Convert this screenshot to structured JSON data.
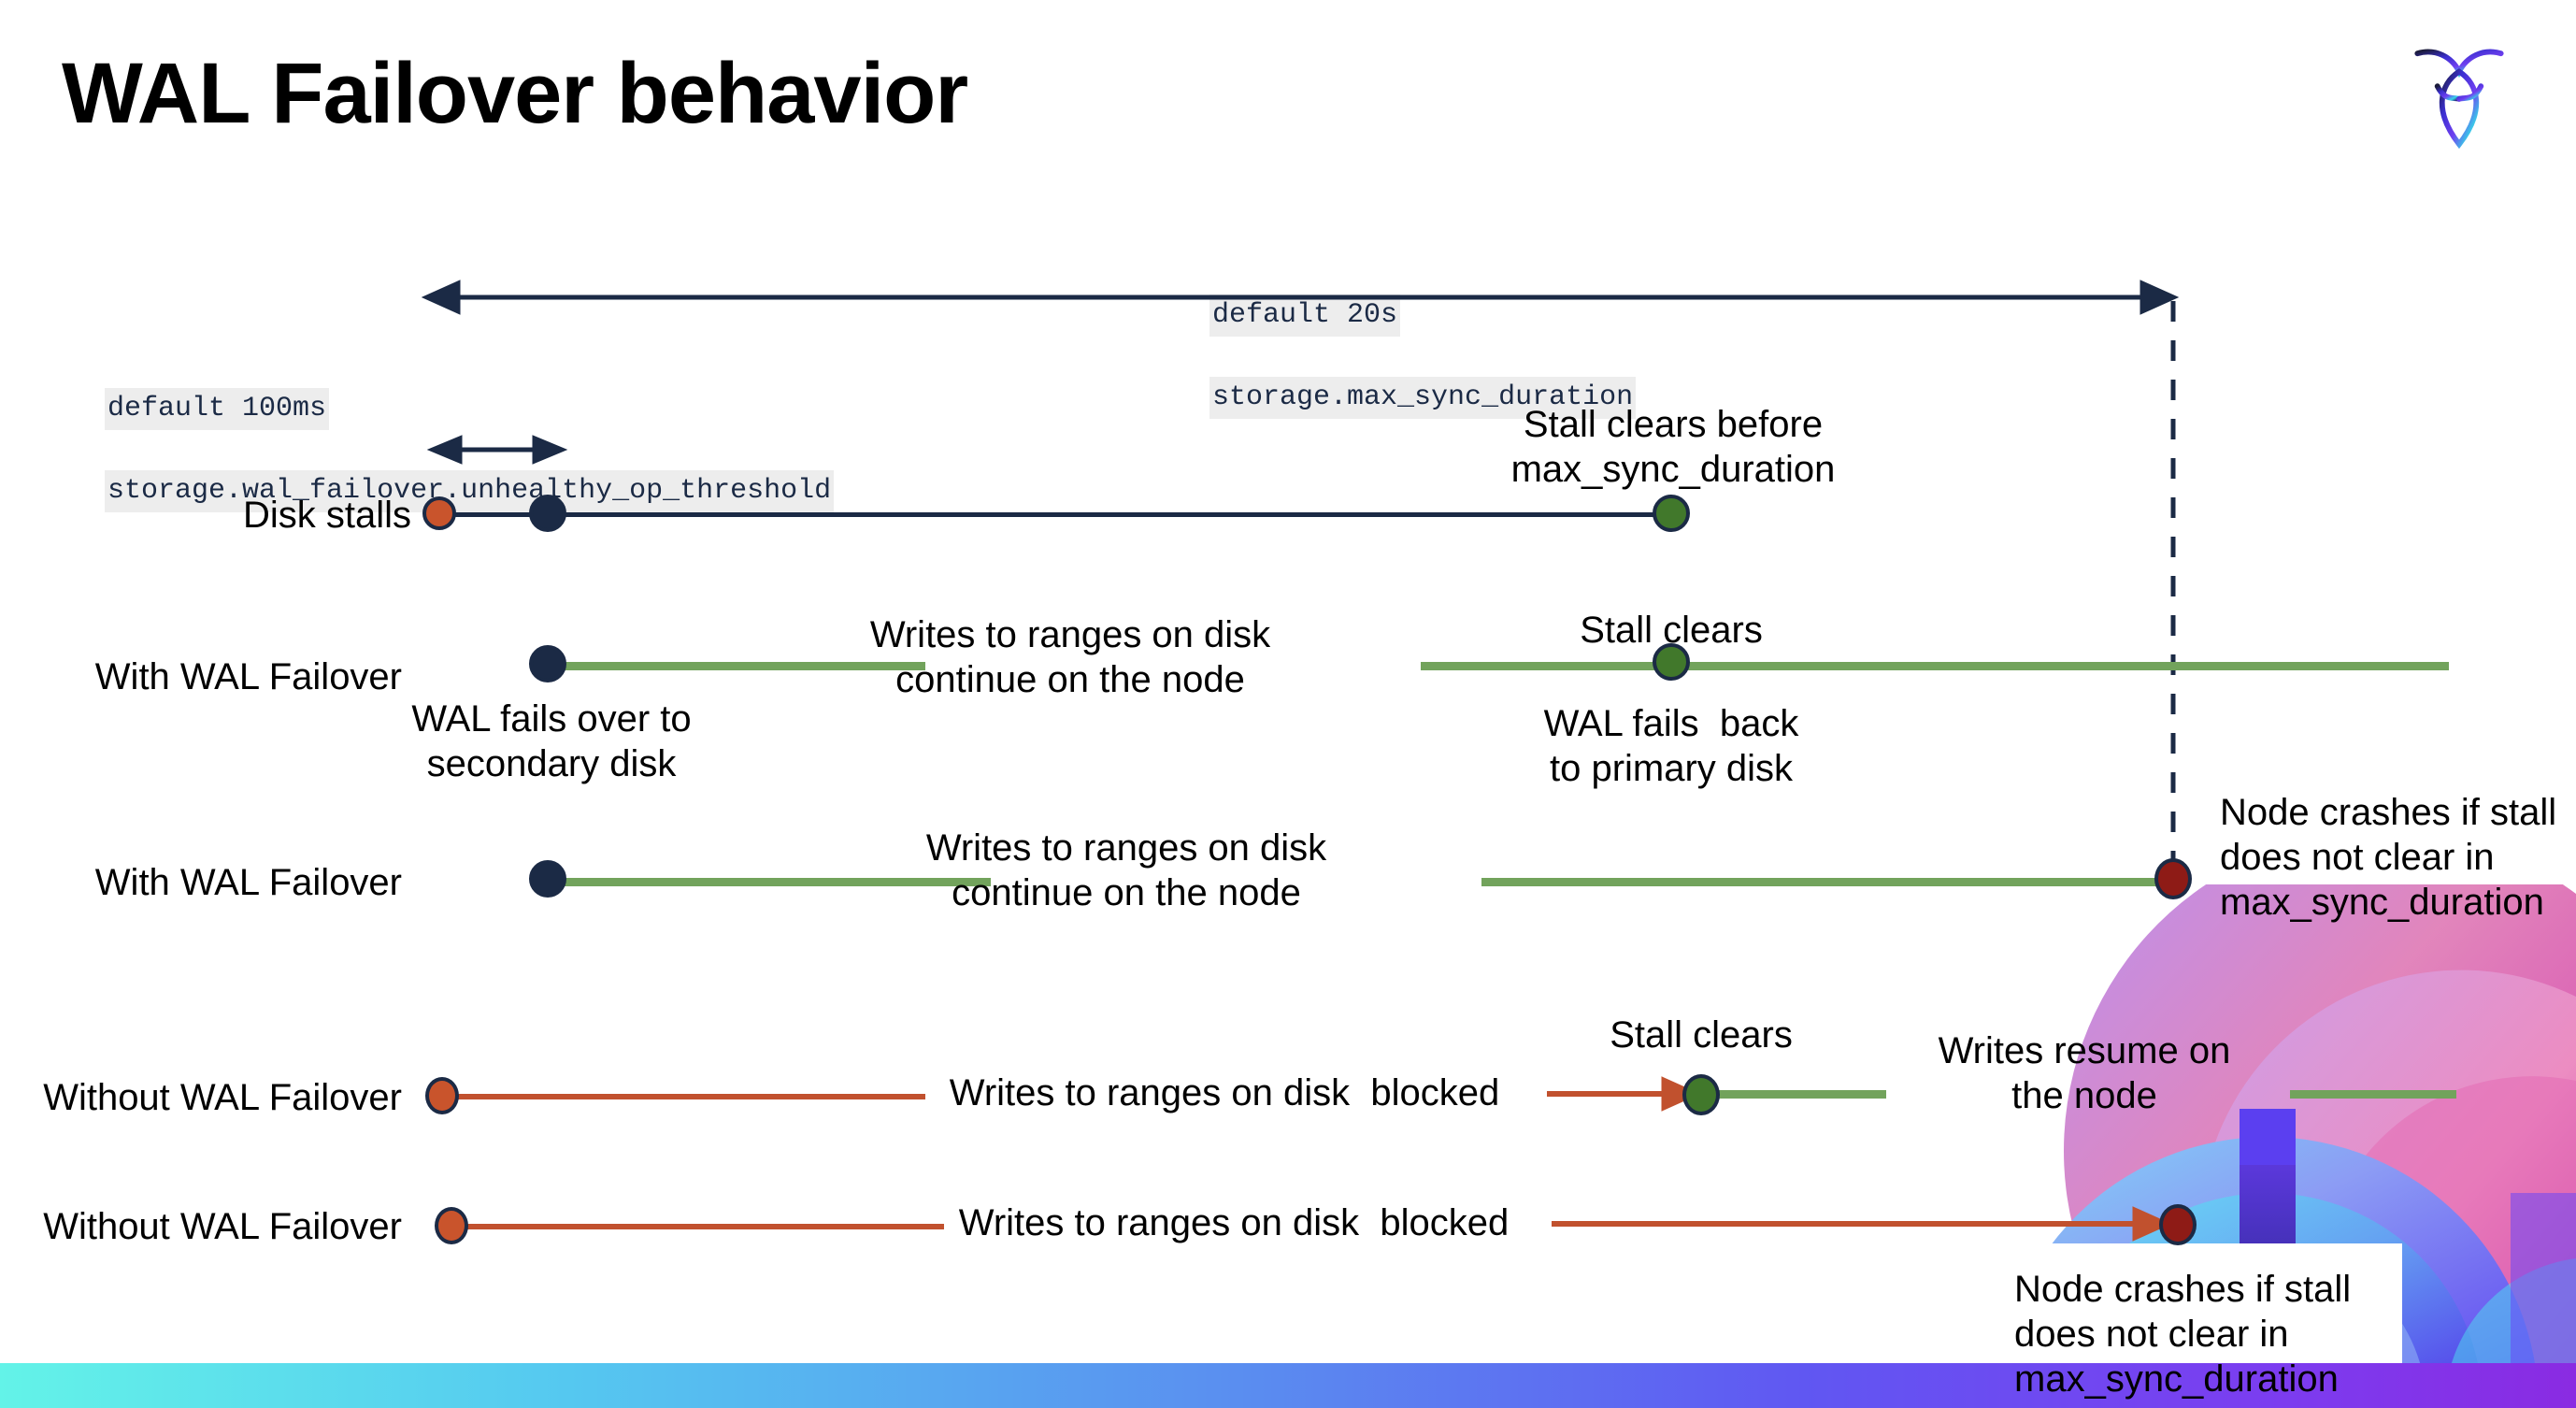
{
  "slide": {
    "title": "WAL Failover behavior",
    "logo_name": "cockroachdb-logo"
  },
  "callouts": {
    "max_sync": {
      "line1": "default 20s",
      "line2": "storage.max_sync_duration"
    },
    "unhealthy_op": {
      "line1": "default 100ms",
      "line2": "storage.wal_failover.unhealthy_op_threshold"
    }
  },
  "rows": [
    {
      "id": "disk-stalls",
      "label": "Disk stalls",
      "annotation": "Stall clears before\nmax_sync_duration"
    },
    {
      "id": "with-wal-failover-1",
      "label": "With WAL Failover",
      "note_left": "WAL fails over to\nsecondary disk",
      "note_mid": "Writes to ranges on disk\ncontinue on the node",
      "note_top_right": "Stall clears",
      "note_bottom_right": "WAL fails  back\nto primary disk"
    },
    {
      "id": "with-wal-failover-2",
      "label": "With WAL Failover",
      "note_mid": "Writes to ranges on disk\ncontinue on the node",
      "note_right": "Node crashes if stall\ndoes not clear in\nmax_sync_duration"
    },
    {
      "id": "without-wal-failover-1",
      "label": "Without WAL Failover",
      "note_mid": "Writes to ranges on disk  blocked",
      "note_top": "Stall clears",
      "note_right": "Writes resume on\nthe node"
    },
    {
      "id": "without-wal-failover-2",
      "label": "Without WAL Failover",
      "note_mid": "Writes to ranges on disk  blocked",
      "note_right": "Node crashes if stall\ndoes not clear in\nmax_sync_duration"
    }
  ],
  "colors": {
    "navy": "#1b2a45",
    "green_line": "#72a35c",
    "green_dot": "#41782b",
    "orange_line": "#c1512e",
    "orange_dot": "#c9542c",
    "dark_red_dot": "#8e1b16",
    "code_bg": "#ededed"
  }
}
